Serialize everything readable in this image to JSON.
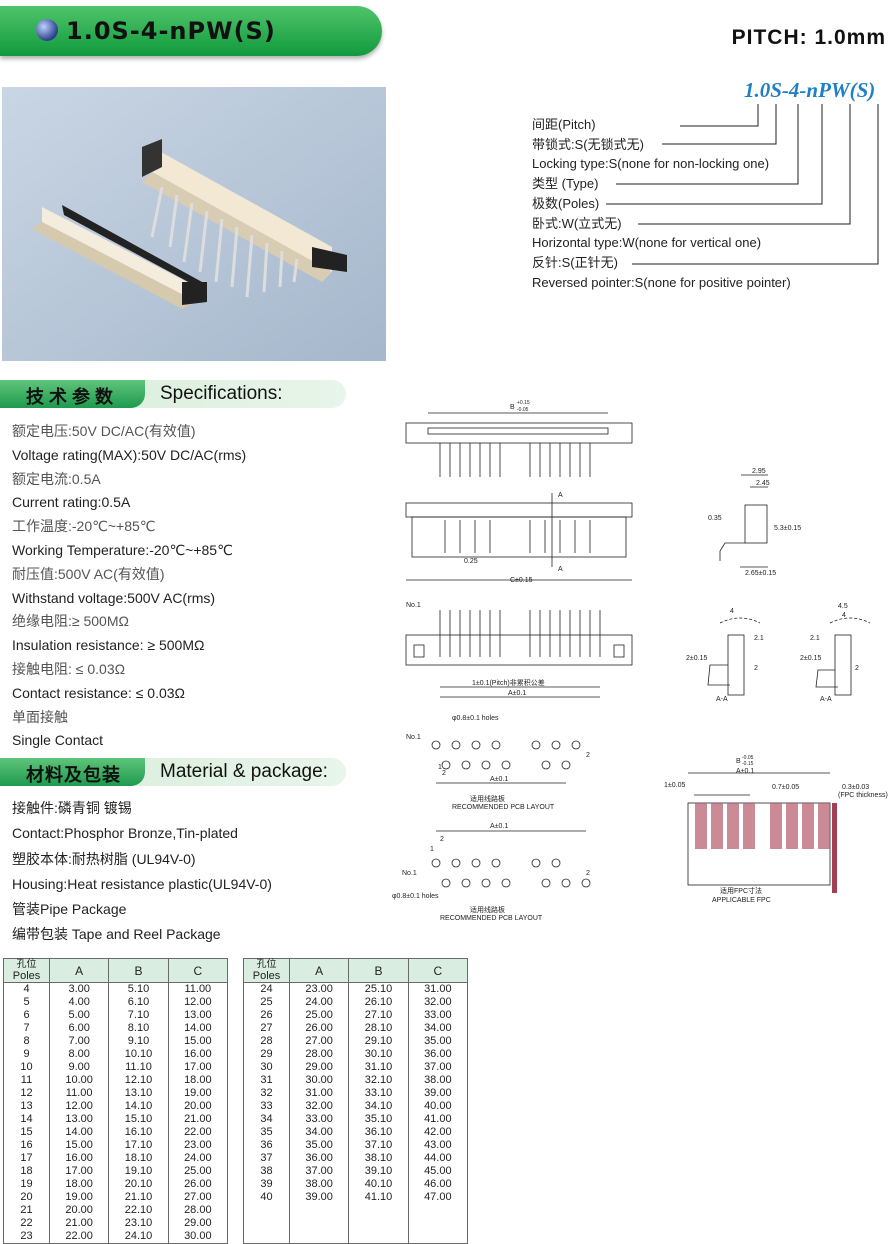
{
  "header": {
    "title": "1.0S-4-nPW(S)",
    "pitch": "PITCH: 1.0mm"
  },
  "part_number": {
    "code": "1.0S-4-nPW(S)",
    "legend": [
      "间距(Pitch)",
      "带锁式:S(无锁式无)",
      "Locking type:S(none for non-locking one)",
      "类型 (Type)",
      "极数(Poles)",
      "卧式:W(立式无)",
      "Horizontal type:W(none for vertical one)",
      "反针:S(正针无)",
      "Reversed pointer:S(none for positive pointer)"
    ]
  },
  "specifications": {
    "cn": "技术参数",
    "en": "Specifications:",
    "items": [
      "额定电压:50V DC/AC(有效值)",
      "Voltage rating(MAX):50V DC/AC(rms)",
      "额定电流:0.5A",
      "Current rating:0.5A",
      "工作温度:-20℃~+85℃",
      "Working Temperature:-20℃~+85℃",
      "耐压值:500V AC(有效值)",
      "Withstand voltage:500V AC(rms)",
      "绝缘电阻:≥ 500MΩ",
      "Insulation resistance: ≥ 500MΩ",
      "接触电阻: ≤ 0.03Ω",
      "Contact resistance: ≤ 0.03Ω",
      "单面接触",
      "Single Contact"
    ]
  },
  "material": {
    "cn": "材料及包装",
    "en": "Material & package:",
    "items": [
      "接触件:磷青铜 镀锡",
      "Contact:Phosphor Bronze,Tin-plated",
      "塑胶本体:耐热树脂 (UL94V-0)",
      "Housing:Heat resistance plastic(UL94V-0)",
      "管装Pipe Package",
      "编带包装 Tape and Reel Package"
    ]
  },
  "drawing_labels": {
    "b_dim": "B",
    "b_tol_top": "+0.15",
    "b_tol_bot": "-0.05",
    "c_dim": "C±0.15",
    "d025": "0.25",
    "a_mark": "A",
    "d295": "2.95",
    "d245": "2.45",
    "d035": "0.35",
    "d53": "5.3±0.15",
    "d265": "2.65±0.15",
    "no1": "No.1",
    "pitch_note": "1±0.1(Pitch)非累积公差",
    "a01": "A±0.1",
    "d4": "4",
    "d45": "4.5",
    "d21": "2.1",
    "d2": "2",
    "d2015": "2±0.15",
    "aa": "A-A",
    "holes": "φ0.8±0.1 holes",
    "d1": "1",
    "pcb_cn": "适用线路板",
    "pcb_en": "RECOMMENDED PCB LAYOUT",
    "b_tol2_top": "-0.05",
    "b_tol2_bot": "-0.15",
    "d1005": "1±0.05",
    "d07005": "0.7±0.05",
    "d03003": "0.3±0.03",
    "fpc_thick": "(FPC thickness)",
    "fpc_cn": "适用FPC寸法",
    "fpc_en": "APPLICABLE FPC"
  },
  "table_headers": {
    "poles_cn": "孔位",
    "poles_en": "Poles",
    "a": "A",
    "b": "B",
    "c": "C"
  },
  "table_left": [
    [
      "4",
      "3.00",
      "5.10",
      "11.00"
    ],
    [
      "5",
      "4.00",
      "6.10",
      "12.00"
    ],
    [
      "6",
      "5.00",
      "7.10",
      "13.00"
    ],
    [
      "7",
      "6.00",
      "8.10",
      "14.00"
    ],
    [
      "8",
      "7.00",
      "9.10",
      "15.00"
    ],
    [
      "9",
      "8.00",
      "10.10",
      "16.00"
    ],
    [
      "10",
      "9.00",
      "11.10",
      "17.00"
    ],
    [
      "11",
      "10.00",
      "12.10",
      "18.00"
    ],
    [
      "12",
      "11.00",
      "13.10",
      "19.00"
    ],
    [
      "13",
      "12.00",
      "14.10",
      "20.00"
    ],
    [
      "14",
      "13.00",
      "15.10",
      "21.00"
    ],
    [
      "15",
      "14.00",
      "16.10",
      "22.00"
    ],
    [
      "16",
      "15.00",
      "17.10",
      "23.00"
    ],
    [
      "17",
      "16.00",
      "18.10",
      "24.00"
    ],
    [
      "18",
      "17.00",
      "19.10",
      "25.00"
    ],
    [
      "19",
      "18.00",
      "20.10",
      "26.00"
    ],
    [
      "20",
      "19.00",
      "21.10",
      "27.00"
    ],
    [
      "21",
      "20.00",
      "22.10",
      "28.00"
    ],
    [
      "22",
      "21.00",
      "23.10",
      "29.00"
    ],
    [
      "23",
      "22.00",
      "24.10",
      "30.00"
    ]
  ],
  "table_right": [
    [
      "24",
      "23.00",
      "25.10",
      "31.00"
    ],
    [
      "25",
      "24.00",
      "26.10",
      "32.00"
    ],
    [
      "26",
      "25.00",
      "27.10",
      "33.00"
    ],
    [
      "27",
      "26.00",
      "28.10",
      "34.00"
    ],
    [
      "28",
      "27.00",
      "29.10",
      "35.00"
    ],
    [
      "29",
      "28.00",
      "30.10",
      "36.00"
    ],
    [
      "30",
      "29.00",
      "31.10",
      "37.00"
    ],
    [
      "31",
      "30.00",
      "32.10",
      "38.00"
    ],
    [
      "32",
      "31.00",
      "33.10",
      "39.00"
    ],
    [
      "33",
      "32.00",
      "34.10",
      "40.00"
    ],
    [
      "34",
      "33.00",
      "35.10",
      "41.00"
    ],
    [
      "35",
      "34.00",
      "36.10",
      "42.00"
    ],
    [
      "36",
      "35.00",
      "37.10",
      "43.00"
    ],
    [
      "37",
      "36.00",
      "38.10",
      "44.00"
    ],
    [
      "38",
      "37.00",
      "39.10",
      "45.00"
    ],
    [
      "39",
      "38.00",
      "40.10",
      "46.00"
    ],
    [
      "40",
      "39.00",
      "41.10",
      "47.00"
    ],
    [
      "",
      "",
      "",
      ""
    ],
    [
      "",
      "",
      "",
      ""
    ],
    [
      "",
      "",
      "",
      ""
    ]
  ]
}
